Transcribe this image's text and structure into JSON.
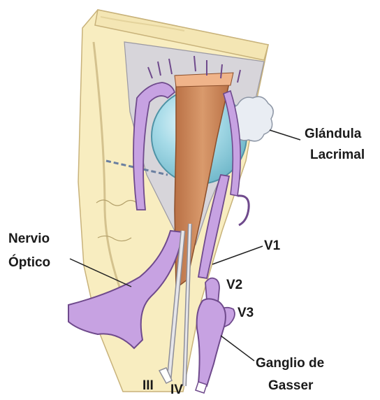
{
  "labels": {
    "lacrimal_gland_line1": "Glándula",
    "lacrimal_gland_line2": "Lacrimal",
    "optic_nerve_line1": "Nervio",
    "optic_nerve_line2": "Óptico",
    "v1": "V1",
    "v2": "V2",
    "v3": "V3",
    "gasserian_line1": "Ganglio de",
    "gasserian_line2": "Gasser",
    "cn3": "III",
    "cn4": "IV"
  },
  "colors": {
    "bone": "#f8edc0",
    "skin_band": "#f4e6b4",
    "orbit_gray": "#d7d5da",
    "nerve_purple": "#c7a2e2",
    "nerve_outline": "#6f4a8c",
    "muscle": "#cc8a5c",
    "eyeball": "#a7dbe8",
    "lacrimal_gland": "#e9edf3",
    "leader_line": "#222222"
  }
}
